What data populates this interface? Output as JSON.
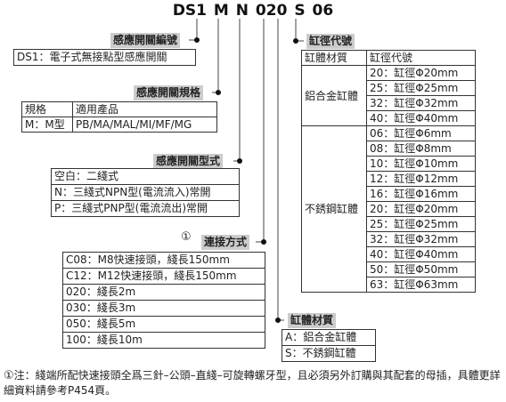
{
  "code": [
    "DS1",
    "M",
    "N",
    "020",
    "S",
    "06"
  ],
  "sensor_code": {
    "header": "感應開關編號",
    "rows": [
      "DS1：電子式無接點型感應開關"
    ]
  },
  "sensor_spec": {
    "header": "感應開關規格",
    "columns": [
      "規格",
      "適用產品"
    ],
    "rows": [
      [
        "M：M型",
        "PB/MA/MAL/MI/MF/MG"
      ]
    ]
  },
  "sensor_type": {
    "header": "感應開關型式",
    "rows": [
      "空白：二綫式",
      "N：三綫式NPN型(電流流入)常開",
      "P：三綫式PNP型(電流流出)常開"
    ]
  },
  "connection": {
    "marker": "①",
    "header": "連接方式",
    "rows": [
      "C08：M8快速接頭，綫長150mm",
      "C12：M12快速接頭，綫長150mm",
      "020：綫長2m",
      "030：綫長3m",
      "050：綫長5m",
      "100：綫長10m"
    ]
  },
  "bore": {
    "header": "缸徑代號",
    "columns": [
      "缸體材質",
      "缸徑代號"
    ],
    "groups": [
      {
        "material": "鋁合金缸體",
        "items": [
          "20：缸徑Φ20mm",
          "25：缸徑Φ25mm",
          "32：缸徑Φ32mm",
          "40：缸徑Φ40mm"
        ]
      },
      {
        "material": "不銹鋼缸體",
        "items": [
          "06：缸徑Φ6mm",
          "08：缸徑Φ8mm",
          "10：缸徑Φ10mm",
          "12：缸徑Φ12mm",
          "16：缸徑Φ16mm",
          "20：缸徑Φ20mm",
          "25：缸徑Φ25mm",
          "32：缸徑Φ32mm",
          "40：缸徑Φ40mm",
          "50：缸徑Φ50mm",
          "63：缸徑Φ63mm"
        ]
      }
    ]
  },
  "body_material": {
    "header": "缸體材質",
    "rows": [
      "A：鋁合金缸體",
      "S：不銹鋼缸體"
    ]
  },
  "note": {
    "marker": "①",
    "label": "注：",
    "text": "綫端所配快速接頭全爲三針–公頭–直綫–可旋轉螺牙型，且必須另外訂購與其配套的母插，具體更詳細資料請參考P454頁。"
  }
}
